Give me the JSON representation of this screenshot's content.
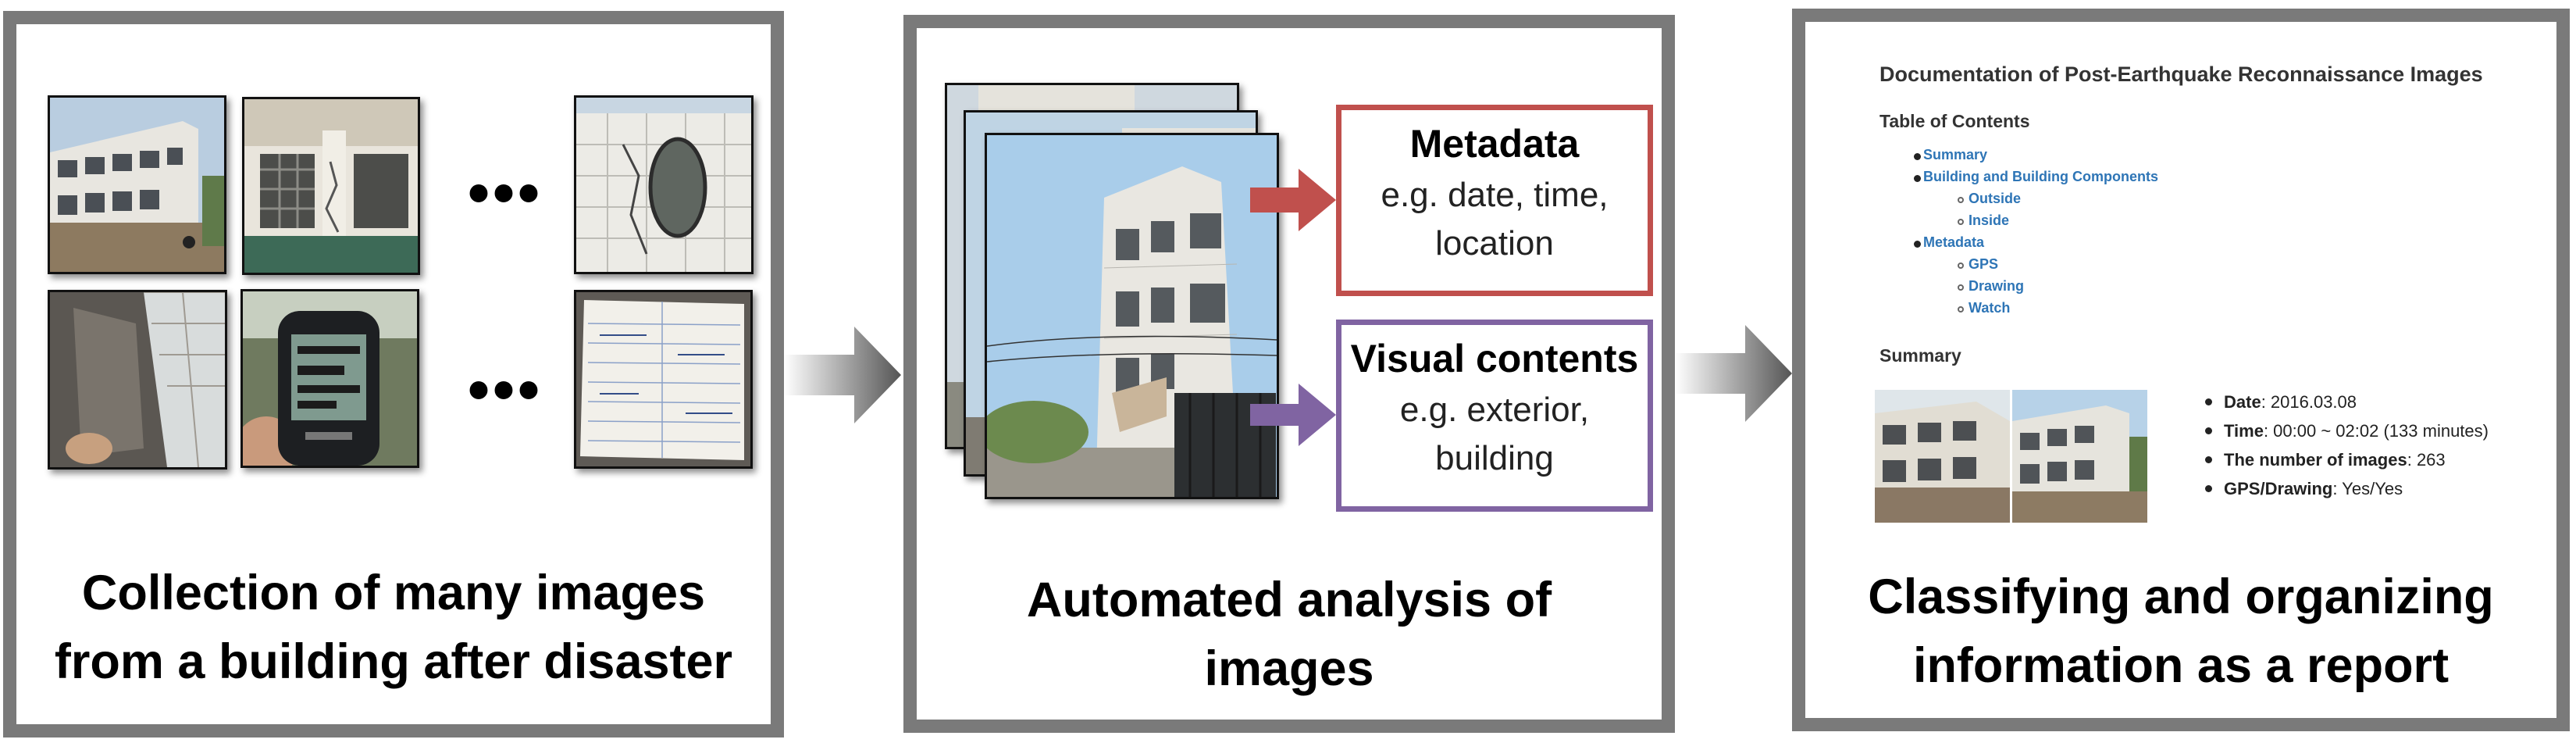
{
  "panels": {
    "collection": {
      "caption_line1": "Collection of many images",
      "caption_line2": "from a building after disaster",
      "ellipsis": "•••"
    },
    "analysis": {
      "caption_line1": "Automated analysis of",
      "caption_line2": "images",
      "metadata_box": {
        "title": "Metadata",
        "body_line1": "e.g. date, time,",
        "body_line2": "location",
        "color": "#c0504d"
      },
      "visual_box": {
        "title": "Visual contents",
        "body_line1": "e.g. exterior,",
        "body_line2": "building",
        "color": "#8064a2"
      }
    },
    "report": {
      "caption_line1": "Classifying and organizing",
      "caption_line2": "information as a report",
      "doc_title": "Documentation of Post-Earthquake Reconnaissance Images",
      "toc_heading": "Table of Contents",
      "toc": {
        "summary": "Summary",
        "building": "Building and Building Components",
        "outside": "Outside",
        "inside": "Inside",
        "metadata": "Metadata",
        "gps": "GPS",
        "drawing": "Drawing",
        "watch": "Watch"
      },
      "summary_heading": "Summary",
      "facts": [
        {
          "label": "Date",
          "value": ": 2016.03.08"
        },
        {
          "label": "Time",
          "value": ": 00:00 ~ 02:02 (133 minutes)"
        },
        {
          "label": "The number of images",
          "value": ": 263"
        },
        {
          "label": "GPS/Drawing",
          "value": ": Yes/Yes"
        }
      ],
      "link_color": "#2e75b6"
    }
  },
  "colors": {
    "panel_border": "#7a7a7a",
    "arrow_gray": "#6d6d6d"
  }
}
